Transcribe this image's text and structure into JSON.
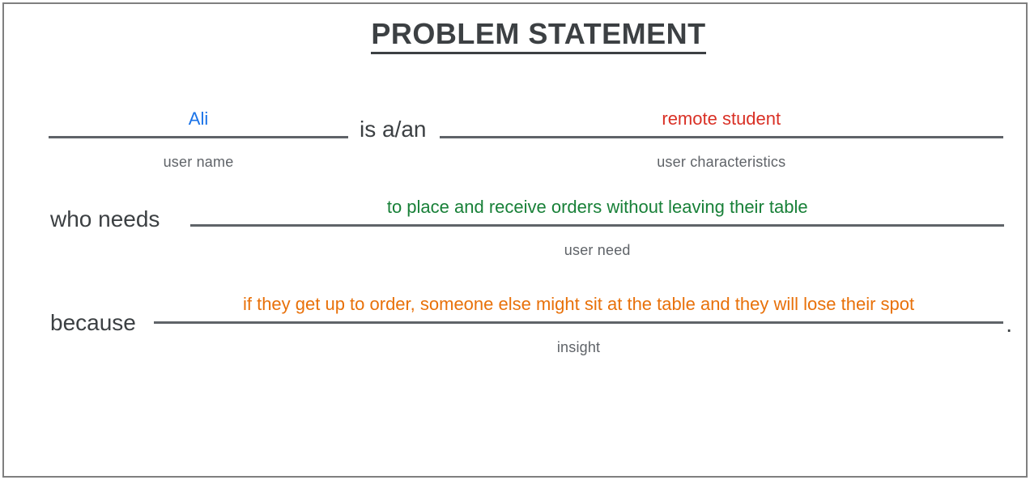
{
  "title": "PROBLEM STATEMENT",
  "colors": {
    "title_text": "#3c4043",
    "connector_text": "#3c4043",
    "label_text": "#5f6368",
    "blank_line": "#5f6368",
    "frame_border": "#7f7f7f",
    "user_name": "#1a73e8",
    "user_characteristics": "#d93025",
    "user_need": "#188038",
    "insight": "#e8710a"
  },
  "statement": {
    "user_name": {
      "value": "Ali",
      "label": "user name"
    },
    "connector_1": "is a/an",
    "user_characteristics": {
      "value": "remote student",
      "label": "user characteristics"
    },
    "connector_2": "who needs",
    "user_need": {
      "value": "to place and receive orders without leaving their table",
      "label": "user need"
    },
    "connector_3": "because",
    "insight": {
      "value": "if they get up to order, someone else might sit at the table and they will lose their spot",
      "label": "insight"
    },
    "period": "."
  }
}
